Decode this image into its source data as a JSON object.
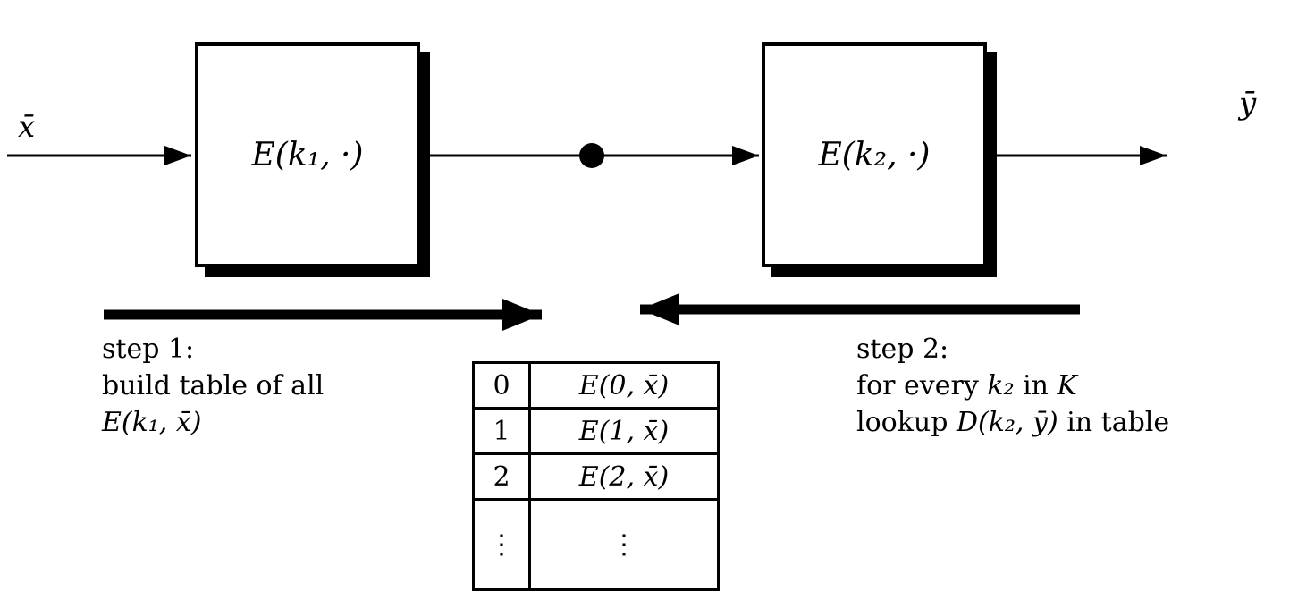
{
  "diagram": {
    "input_label": "x̄",
    "output_label": "ȳ",
    "box1_label": "E(k₁, ·)",
    "box2_label": "E(k₂, ·)"
  },
  "step1": {
    "line1": "step 1:",
    "line2": "build table of all",
    "line3": "E(k₁, x̄)"
  },
  "step2": {
    "line1": "step 2:",
    "line2_text1": "for every ",
    "line2_math1": "k₂",
    "line2_text2": " in ",
    "line2_math2": "K",
    "line3_text1": "lookup ",
    "line3_math1": "D(k₂, ȳ)",
    "line3_text2": " in table"
  },
  "table": {
    "rows": [
      {
        "key": "0",
        "value": "E(0, x̄)"
      },
      {
        "key": "1",
        "value": "E(1, x̄)"
      },
      {
        "key": "2",
        "value": "E(2, x̄)"
      },
      {
        "key": "⋮",
        "value": "⋮"
      }
    ]
  },
  "colors": {
    "ink": "#000000",
    "background": "#ffffff"
  }
}
